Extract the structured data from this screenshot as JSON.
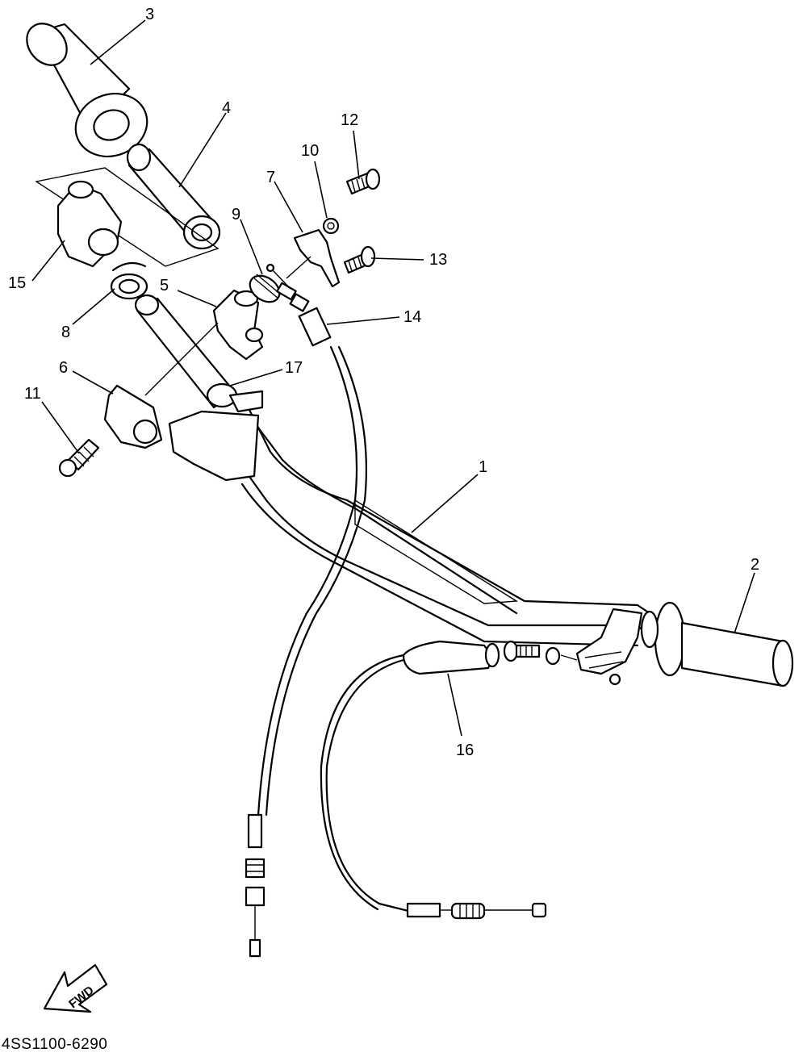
{
  "diagram": {
    "callouts": {
      "handlebar": "1",
      "grip_right": "2",
      "grip_left": "3",
      "guide_throttle": "4",
      "housing_upper": "5",
      "housing_lower": "6",
      "cable_end": "7",
      "collar": "8",
      "adjuster_nut": "9",
      "nut_10": "10",
      "bolt_11": "11",
      "screw_12": "12",
      "screw_13": "13",
      "throttle_cable": "14",
      "throttle_grip_assy": "15",
      "clutch_cable": "16",
      "cap_17": "17"
    },
    "fwd_label": "FWD",
    "drawing_code": "4SS1100-6290"
  }
}
